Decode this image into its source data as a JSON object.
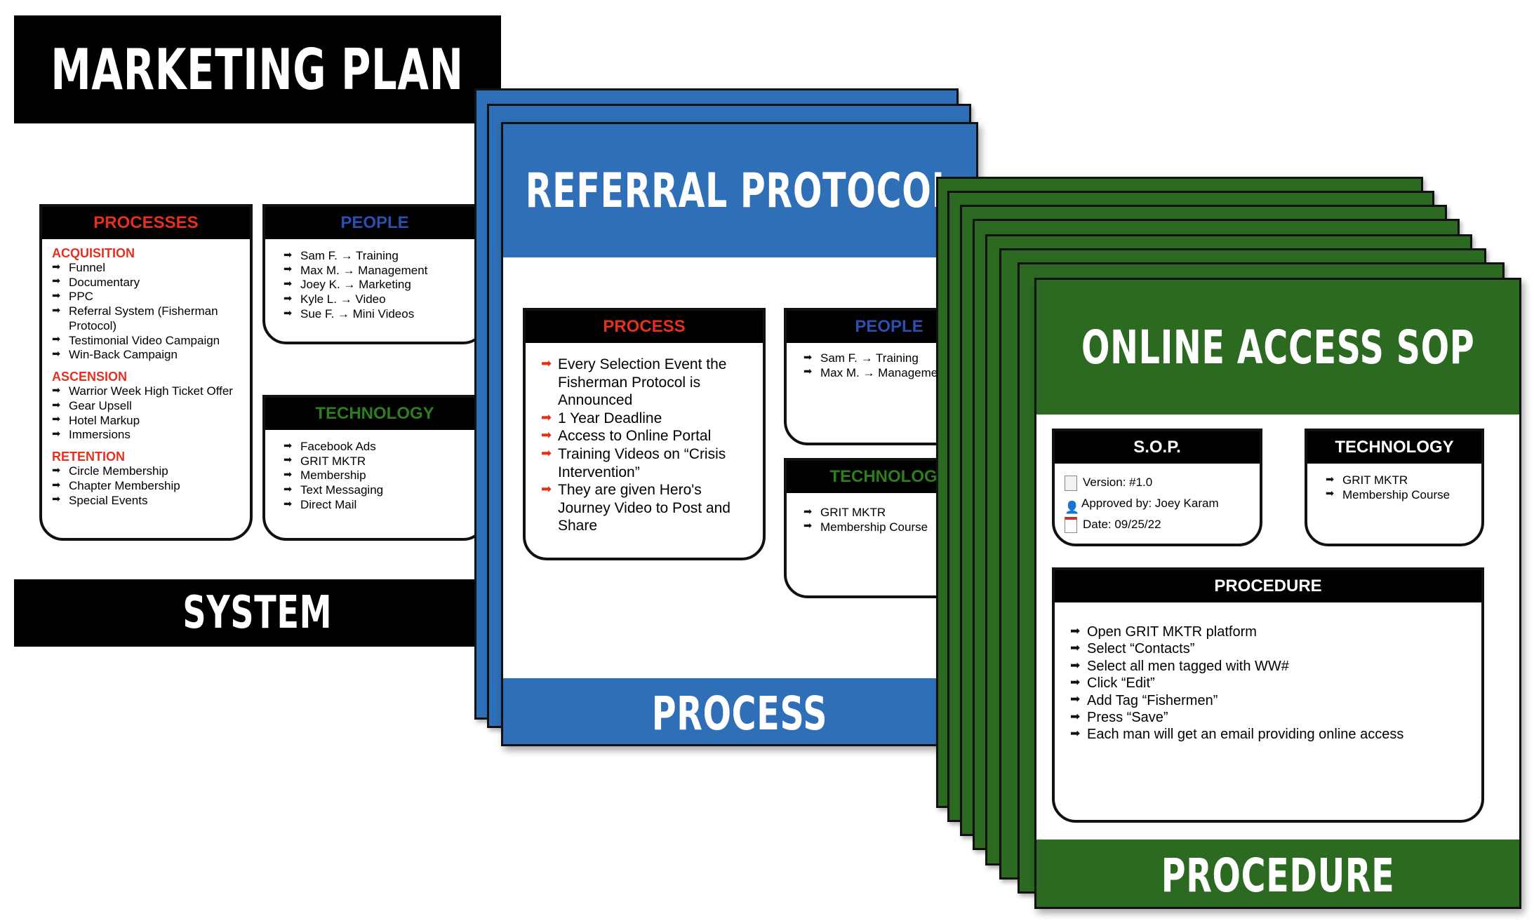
{
  "colors": {
    "red": "#e2321f",
    "blue": "#2f6fb7",
    "blue_title": "#2b4fae",
    "green": "#2c6a22",
    "green_title": "#2e7d1f",
    "black": "#000000"
  },
  "system": {
    "title": "MARKETING PLAN",
    "footer": "SYSTEM",
    "processes": {
      "heading": "PROCESSES",
      "sections": [
        {
          "label": "ACQUISITION",
          "items": [
            "Funnel",
            "Documentary",
            "PPC",
            "Referral System (Fisherman Protocol)",
            "Testimonial Video Campaign",
            "Win-Back Campaign"
          ]
        },
        {
          "label": "ASCENSION",
          "items": [
            "Warrior Week High Ticket Offer",
            "Gear Upsell",
            "Hotel Markup",
            "Immersions"
          ]
        },
        {
          "label": "RETENTION",
          "items": [
            "Circle Membership",
            "Chapter Membership",
            "Special Events"
          ]
        }
      ]
    },
    "people": {
      "heading": "PEOPLE",
      "items": [
        "Sam F. → Training",
        "Max M. → Management",
        "Joey K. → Marketing",
        "Kyle L.  → Video",
        "Sue F. → Mini Videos"
      ]
    },
    "technology": {
      "heading": "TECHNOLOGY",
      "items": [
        "Facebook Ads",
        "GRIT MKTR",
        "Membership",
        "Text Messaging",
        "Direct Mail"
      ]
    }
  },
  "process": {
    "title": "REFERRAL PROTOCOL",
    "footer": "PROCESS",
    "process_box": {
      "heading": "PROCESS",
      "items": [
        "Every Selection Event the Fisherman Protocol is Announced",
        "1 Year Deadline",
        "Access to Online Portal",
        "Training Videos on “Crisis Intervention”",
        "They are given Hero's Journey Video to Post and Share"
      ]
    },
    "people": {
      "heading": "PEOPLE",
      "items": [
        "Sam F. → Training",
        "Max M. → Management"
      ]
    },
    "technology": {
      "heading": "TECHNOLOGY",
      "items": [
        "GRIT MKTR",
        "Membership Course"
      ]
    }
  },
  "procedure": {
    "title": "ONLINE ACCESS SOP",
    "footer": "PROCEDURE",
    "sop": {
      "heading": "S.O.P.",
      "version": "Version: #1.0",
      "approved": "Approved by: Joey Karam",
      "date": "Date: 09/25/22",
      "icons": [
        "document-icon",
        "person-icon",
        "calendar-icon"
      ]
    },
    "technology": {
      "heading": "TECHNOLOGY",
      "items": [
        "GRIT MKTR",
        "Membership Course"
      ]
    },
    "procedure_box": {
      "heading": "PROCEDURE",
      "items": [
        "Open GRIT MKTR platform",
        "Select “Contacts”",
        "Select all men tagged with WW#",
        "Click “Edit”",
        "Add Tag “Fishermen”",
        "Press “Save”",
        "Each man will get an email providing online access"
      ]
    }
  }
}
